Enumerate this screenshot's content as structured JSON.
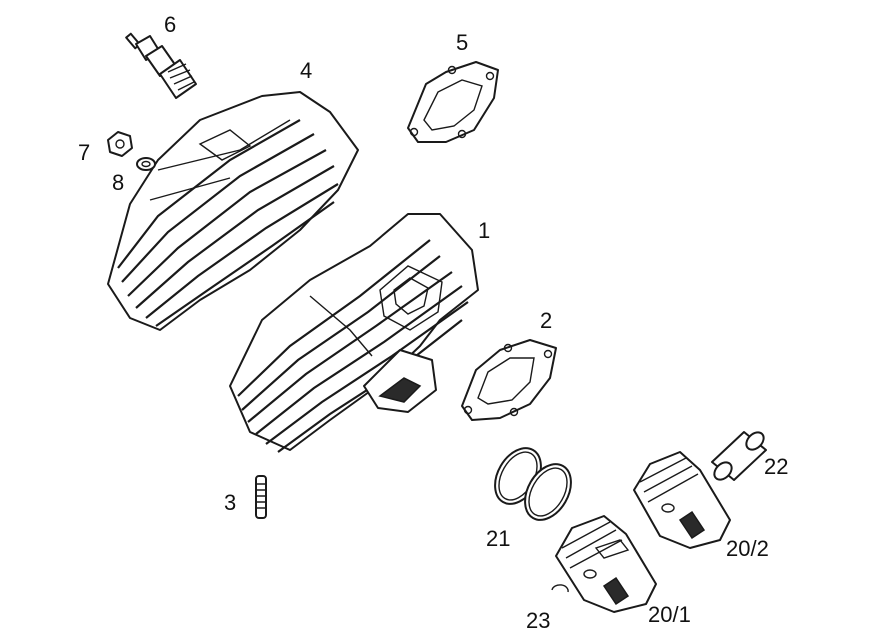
{
  "callouts": {
    "c1": "1",
    "c2": "2",
    "c3": "3",
    "c4": "4",
    "c5": "5",
    "c6": "6",
    "c7": "7",
    "c8": "8",
    "c21": "21",
    "c22": "22",
    "c23": "23",
    "c20_1": "20/1",
    "c20_2": "20/2"
  },
  "colors": {
    "line": "#1a1a1a",
    "background": "#ffffff"
  }
}
